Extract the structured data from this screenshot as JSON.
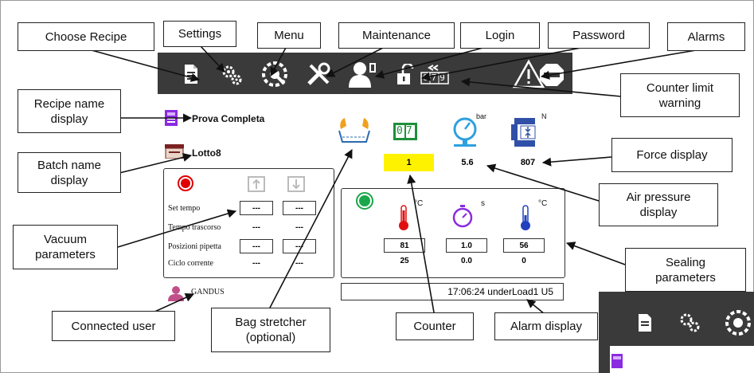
{
  "callouts": {
    "choose_recipe": "Choose Recipe",
    "settings": "Settings",
    "menu": "Menu",
    "maintenance": "Maintenance",
    "login": "Login",
    "password": "Password",
    "alarms": "Alarms",
    "counter_limit_warning": "Counter limit\nwarning",
    "recipe_name_display": "Recipe name\ndisplay",
    "batch_name_display": "Batch name\ndisplay",
    "force_display": "Force display",
    "air_pressure_display": "Air pressure\ndisplay",
    "vacuum_parameters": "Vacuum\nparameters",
    "sealing_parameters": "Sealing\nparameters",
    "connected_user": "Connected user",
    "bag_stretcher": "Bag stretcher\n(optional)",
    "counter": "Counter",
    "alarm_display": "Alarm display"
  },
  "toolbar": {
    "icons": [
      "recipe-icon",
      "settings-gear-icon",
      "menu-icon",
      "maintenance-tools-icon",
      "login-user-icon",
      "password-lock-icon",
      "counter-reset-icon",
      "alarm-warning-icon"
    ],
    "counter_digits": "079"
  },
  "screen": {
    "recipe_name": "Prova Completa",
    "batch_name": "Lotto8",
    "counter_digits": "07",
    "counter_value": "1",
    "pressure_unit": "bar",
    "pressure_value": "5.6",
    "force_unit": "N",
    "force_value": "807",
    "vacuum": {
      "rows": [
        {
          "label": "Set tempo",
          "v1": "---",
          "v2": "---",
          "boxed": true
        },
        {
          "label": "Tempo trascorso",
          "v1": "---",
          "v2": "---",
          "boxed": false
        },
        {
          "label": "Posizioni pipetta",
          "v1": "---",
          "v2": "---",
          "boxed": true
        },
        {
          "label": "Ciclo corrente",
          "v1": "---",
          "v2": "---",
          "boxed": false
        }
      ]
    },
    "sealing": {
      "units": [
        "°C",
        "s",
        "°C"
      ],
      "set_values": [
        "81",
        "1.0",
        "56"
      ],
      "actual_values": [
        "25",
        "0.0",
        "0"
      ]
    },
    "user": "GANDUS",
    "status_text": "17:06:24  underLoad1 U5"
  },
  "colors": {
    "toolbar_bg": "#3a3a3a",
    "counter_highlight": "#fff200",
    "start_red": "#e00000",
    "start_green": "#1aa84a",
    "recipe_purple": "#8a2be2",
    "thermo_red": "#e01010",
    "thermo_blue": "#2040c0",
    "pressure_blue": "#2ea0e0",
    "user_pink": "#c0508a"
  }
}
